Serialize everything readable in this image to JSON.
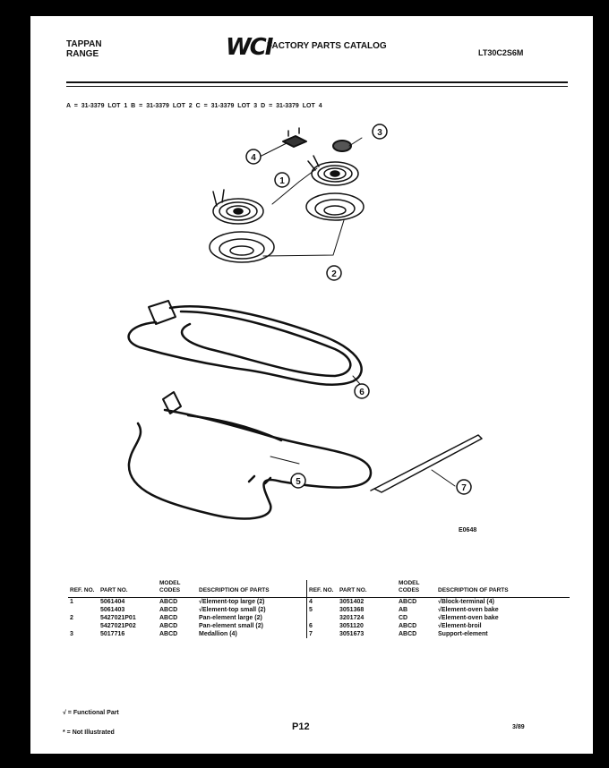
{
  "header": {
    "brand_line1": "TAPPAN",
    "brand_line2": "RANGE",
    "logo": "WCI",
    "catalog_title": "FACTORY PARTS CATALOG",
    "model_number": "LT30C2S6M"
  },
  "model_codes": "A = 31-3379 LOT 1     B = 31-3379 LOT 2     C = 31-3379 LOT 3     D = 31-3379 LOT 4",
  "figure": {
    "callouts": [
      "1",
      "2",
      "3",
      "4",
      "5",
      "6",
      "7"
    ],
    "code": "E0648"
  },
  "parts_table": {
    "headers": {
      "ref_no": "REF. NO.",
      "part_no": "PART NO.",
      "model_codes": "MODEL CODES",
      "description": "DESCRIPTION OF PARTS"
    },
    "left_rows": [
      {
        "ref": "1",
        "part": "5061404",
        "codes": "ABCD",
        "desc": "√Element-top large (2)"
      },
      {
        "ref": "",
        "part": "5061403",
        "codes": "ABCD",
        "desc": "√Element-top small (2)"
      },
      {
        "ref": "2",
        "part": "5427021P01",
        "codes": "ABCD",
        "desc": "Pan-element large (2)"
      },
      {
        "ref": "",
        "part": "5427021P02",
        "codes": "ABCD",
        "desc": "Pan-element small (2)"
      },
      {
        "ref": "3",
        "part": "5017716",
        "codes": "ABCD",
        "desc": "Medallion (4)"
      }
    ],
    "right_rows": [
      {
        "ref": "4",
        "part": "3051402",
        "codes": "ABCD",
        "desc": "√Block-terminal (4)"
      },
      {
        "ref": "5",
        "part": "3051368",
        "codes": "AB",
        "desc": "√Element-oven bake"
      },
      {
        "ref": "",
        "part": "3201724",
        "codes": "CD",
        "desc": "√Element-oven bake"
      },
      {
        "ref": "6",
        "part": "3051120",
        "codes": "ABCD",
        "desc": "√Element-broil"
      },
      {
        "ref": "7",
        "part": "3051673",
        "codes": "ABCD",
        "desc": "Support-element"
      }
    ]
  },
  "notes": {
    "functional": "√ = Functional Part",
    "not_illustrated": "* = Not Illustrated"
  },
  "page_number": "P12",
  "date": "3/89"
}
